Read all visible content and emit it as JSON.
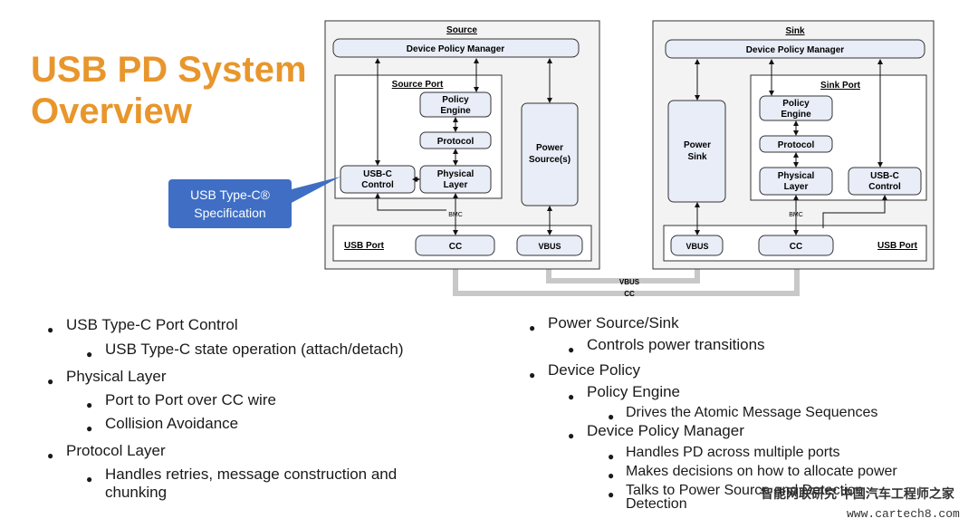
{
  "title_line1": "USB PD System",
  "title_line2": "Overview",
  "callout": {
    "line1": "USB Type-C®",
    "line2": "Specification"
  },
  "source": {
    "heading": "Source",
    "dpm": "Device Policy Manager",
    "port_heading": "Source Port",
    "policy_engine_1": "Policy",
    "policy_engine_2": "Engine",
    "protocol": "Protocol",
    "usbc_1": "USB-C",
    "usbc_2": "Control",
    "phy_1": "Physical",
    "phy_2": "Layer",
    "power_1": "Power",
    "power_2": "Source(s)",
    "bmc": "BMC",
    "usb_port": "USB Port",
    "cc": "CC",
    "vbus": "VBUS"
  },
  "sink": {
    "heading": "Sink",
    "dpm": "Device Policy Manager",
    "port_heading": "Sink Port",
    "policy_engine_1": "Policy",
    "policy_engine_2": "Engine",
    "protocol": "Protocol",
    "usbc_1": "USB-C",
    "usbc_2": "Control",
    "phy_1": "Physical",
    "phy_2": "Layer",
    "power_1": "Power",
    "power_2": "Sink",
    "bmc": "BMC",
    "usb_port": "USB Port",
    "cc": "CC",
    "vbus": "VBUS"
  },
  "wire_vbus": "VBUS",
  "wire_cc": "CC",
  "left_bullets": [
    {
      "text": "USB Type-C Port Control",
      "children": [
        "USB Type-C state operation (attach/detach)"
      ]
    },
    {
      "text": "Physical Layer",
      "children": [
        "Port to Port over CC wire",
        "Collision Avoidance"
      ]
    },
    {
      "text": "Protocol Layer",
      "children": [
        "Handles retries, message construction and",
        "chunking"
      ]
    }
  ],
  "right_bullets": {
    "b1": "Power Source/Sink",
    "b1_1": "Controls power transitions",
    "b2": "Device Policy",
    "b2_1": "Policy Engine",
    "b2_1_1": "Drives the Atomic Message Sequences",
    "b2_2": "Device Policy Manager",
    "b2_2_1": "Handles PD across multiple ports",
    "b2_2_2": "Makes decisions on how to allocate power",
    "b2_2_3a": "Talks to Power Source and Detection",
    "b2_2_3b": "Detection"
  },
  "watermark": {
    "line1": "智能网联研究 中国汽车工程师之家",
    "line2": "www.cartech8.com"
  },
  "colors": {
    "title": "#e8962c",
    "callout": "#3f6ec4",
    "box_fill": "#e8edf7",
    "wire": "#c8c8c8"
  }
}
